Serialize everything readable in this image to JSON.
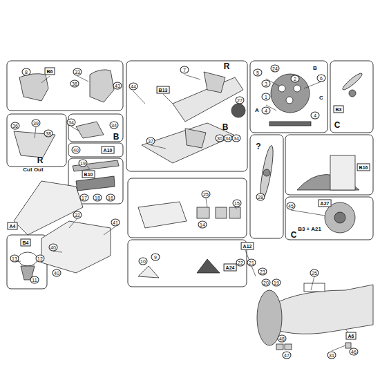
{
  "diagram": {
    "labels": [
      "8",
      "B6",
      "33",
      "38",
      "43",
      "44",
      "B13",
      "7",
      "R",
      "27",
      "B",
      "30",
      "34",
      "34",
      "37",
      "36",
      "39",
      "38",
      "R",
      "34",
      "34",
      "B",
      "40",
      "A10",
      "Cut Out",
      "19",
      "B10",
      "17",
      "18",
      "16",
      "A4",
      "32",
      "41",
      "40",
      "40",
      "B4",
      "13",
      "12",
      "11",
      "25",
      "14",
      "15",
      "A24",
      "10",
      "9",
      "5",
      "24",
      "B",
      "3",
      "2",
      "6",
      "1",
      "C",
      "A",
      "4",
      "4",
      "B3",
      "C",
      "?",
      "28",
      "B16",
      "45",
      "A27",
      "B3 + A21",
      "C",
      "A12",
      "22",
      "21",
      "23",
      "20",
      "19",
      "25",
      "A6",
      "46",
      "48",
      "47",
      "31"
    ]
  }
}
